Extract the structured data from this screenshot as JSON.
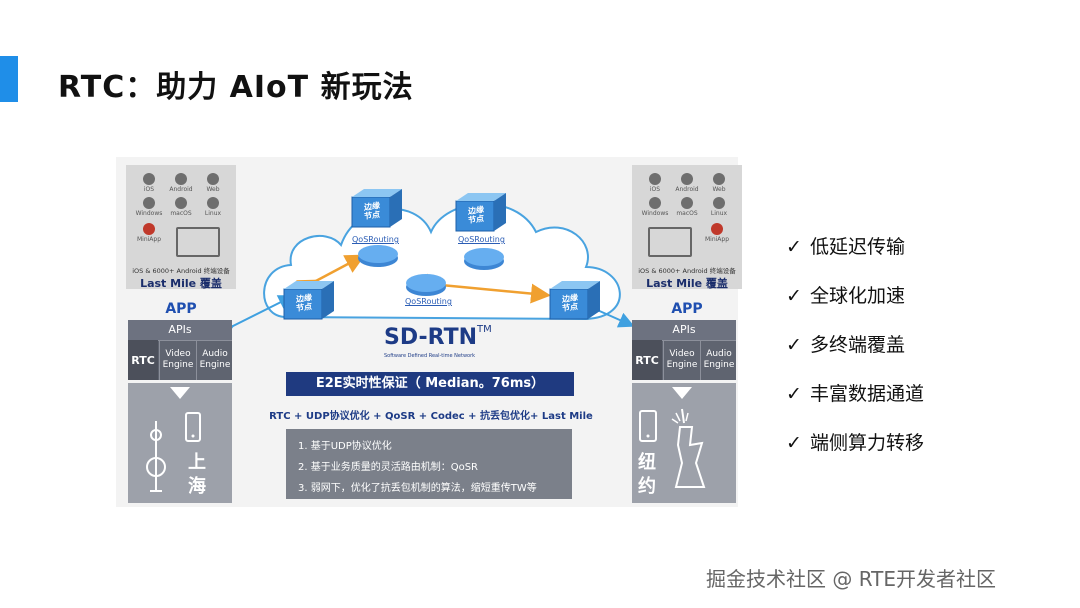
{
  "title": "RTC：助力 AIoT 新玩法",
  "colors": {
    "accent": "#1f8ee8",
    "navy": "#1d3b86",
    "arrow_blue": "#3fa0e0",
    "arrow_orange": "#f0a030"
  },
  "diagram": {
    "devices": {
      "os_labels": [
        "iOS",
        "Android",
        "Web",
        "Windows",
        "macOS",
        "Linux",
        "MiniApp"
      ],
      "note": "iOS & 6000+ Android 终端设备",
      "last_mile": "Last Mile 覆盖"
    },
    "app_label": "APP",
    "stack": {
      "apis": "APIs",
      "rtc": "RTC",
      "video_1": "Video",
      "video_2": "Engine",
      "audio_1": "Audio",
      "audio_2": "Engine"
    },
    "cities": {
      "left_1": "上",
      "left_2": "海",
      "right_1": "纽",
      "right_2": "约"
    },
    "network": {
      "edge_node_1": "边缘",
      "edge_node_2": "节点",
      "qos_label": "QoSRouting",
      "name": "SD-RTN",
      "trademark": "TM",
      "subtitle": "Software Defined Real-time Network"
    },
    "e2e": "E2E实时性保证（ Median。76ms）",
    "formula": "RTC + UDP协议优化 + QoSR + Codec + 抗丢包优化+ Last Mile",
    "notes": [
      "1. 基于UDP协议优化",
      "2. 基于业务质量的灵活路由机制：QoSR",
      "3. 弱网下，优化了抗丢包机制的算法，缩短重传TW等"
    ]
  },
  "bullets": [
    {
      "check": "✓",
      "text": "低延迟传输"
    },
    {
      "check": "✓",
      "text": "全球化加速"
    },
    {
      "check": "✓",
      "text": "多终端覆盖"
    },
    {
      "check": "✓",
      "text": "丰富数据通道"
    },
    {
      "check": "✓",
      "text": "端侧算力转移"
    }
  ],
  "watermark": "掘金技术社区 @ RTE开发者社区"
}
